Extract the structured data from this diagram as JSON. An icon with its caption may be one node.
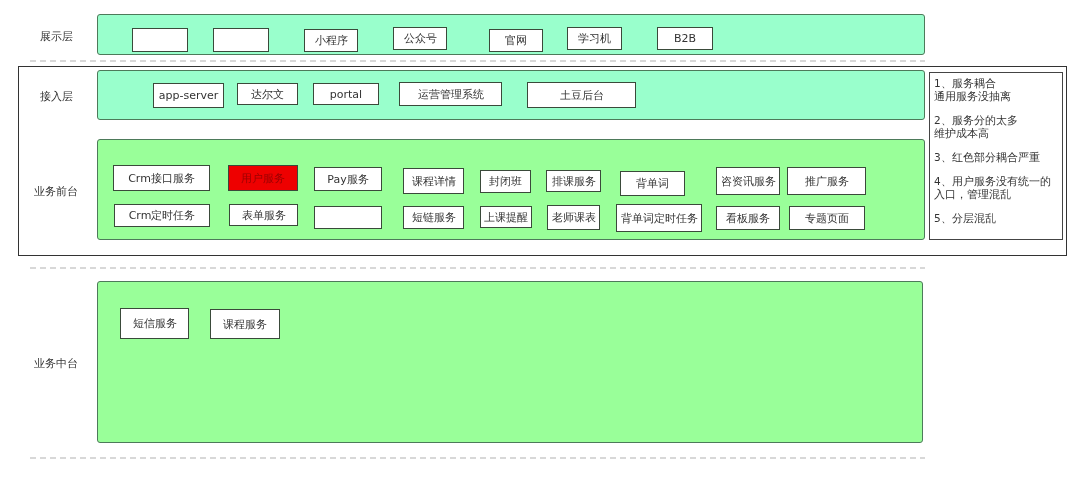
{
  "diagram": {
    "nodes": [
      {
        "text": [
          "展示层"
        ]
      },
      {
        "text": [],
        "shape": "box",
        "in": 0
      },
      {
        "text": [],
        "shape": "box",
        "in": 0
      },
      {
        "text": [
          "小程序"
        ],
        "in": 0
      },
      {
        "text": [
          "公众号"
        ],
        "in": 0
      },
      {
        "text": [
          "官网"
        ],
        "in": 0
      },
      {
        "text": [
          "学习机"
        ],
        "in": 0
      },
      {
        "text": [
          "B2B"
        ],
        "in": 0
      },
      {
        "text": [
          "接入层"
        ]
      },
      {
        "text": [
          "app-server"
        ],
        "in": 8
      },
      {
        "text": [
          "达尔文"
        ],
        "in": 8
      },
      {
        "text": [
          "portal"
        ],
        "in": 8
      },
      {
        "text": [
          "运营管理系统"
        ],
        "in": 8
      },
      {
        "text": [
          "土豆后台"
        ],
        "in": 8
      },
      {
        "text": [
          "1、服务耦合",
          "通用服务没抽离",
          "2、服务分的太多",
          "维护成本高",
          "3、红色部分耦合严重",
          "4、用户服务没有统一的入口，管理混乱",
          "5、分层混乱"
        ]
      },
      {
        "text": [
          "业务前台"
        ]
      },
      {
        "text": [
          "Crm接口服务"
        ],
        "in": 15
      },
      {
        "text": [
          "用户服务"
        ],
        "in": 15
      },
      {
        "text": [
          "Pay服务"
        ],
        "in": 15
      },
      {
        "text": [
          "课程详情"
        ],
        "in": 15
      },
      {
        "text": [
          "封闭班"
        ],
        "in": 15
      },
      {
        "text": [
          "排课服务"
        ],
        "in": 15
      },
      {
        "text": [
          "背单词"
        ],
        "in": 15
      },
      {
        "text": [
          "咨资讯服务"
        ],
        "in": 15
      },
      {
        "text": [
          "推广服务"
        ],
        "in": 15
      },
      {
        "text": [
          "Crm定时任务"
        ],
        "in": 15
      },
      {
        "text": [
          "表单服务"
        ],
        "in": 15
      },
      {
        "text": [],
        "shape": "box",
        "in": 15
      },
      {
        "text": [
          "短链服务"
        ],
        "in": 15
      },
      {
        "text": [
          "上课提醒"
        ],
        "in": 15
      },
      {
        "text": [
          "老师课表"
        ],
        "in": 15
      },
      {
        "text": [
          "背单词定时任务"
        ],
        "in": 15
      },
      {
        "text": [
          "看板服务"
        ],
        "in": 15
      },
      {
        "text": [
          "专题页面"
        ],
        "in": 15
      },
      {
        "text": [
          "业务中台"
        ]
      },
      {
        "text": [
          "短信服务"
        ],
        "in": 34
      },
      {
        "text": [
          "课程服务"
        ],
        "in": 34
      }
    ]
  }
}
